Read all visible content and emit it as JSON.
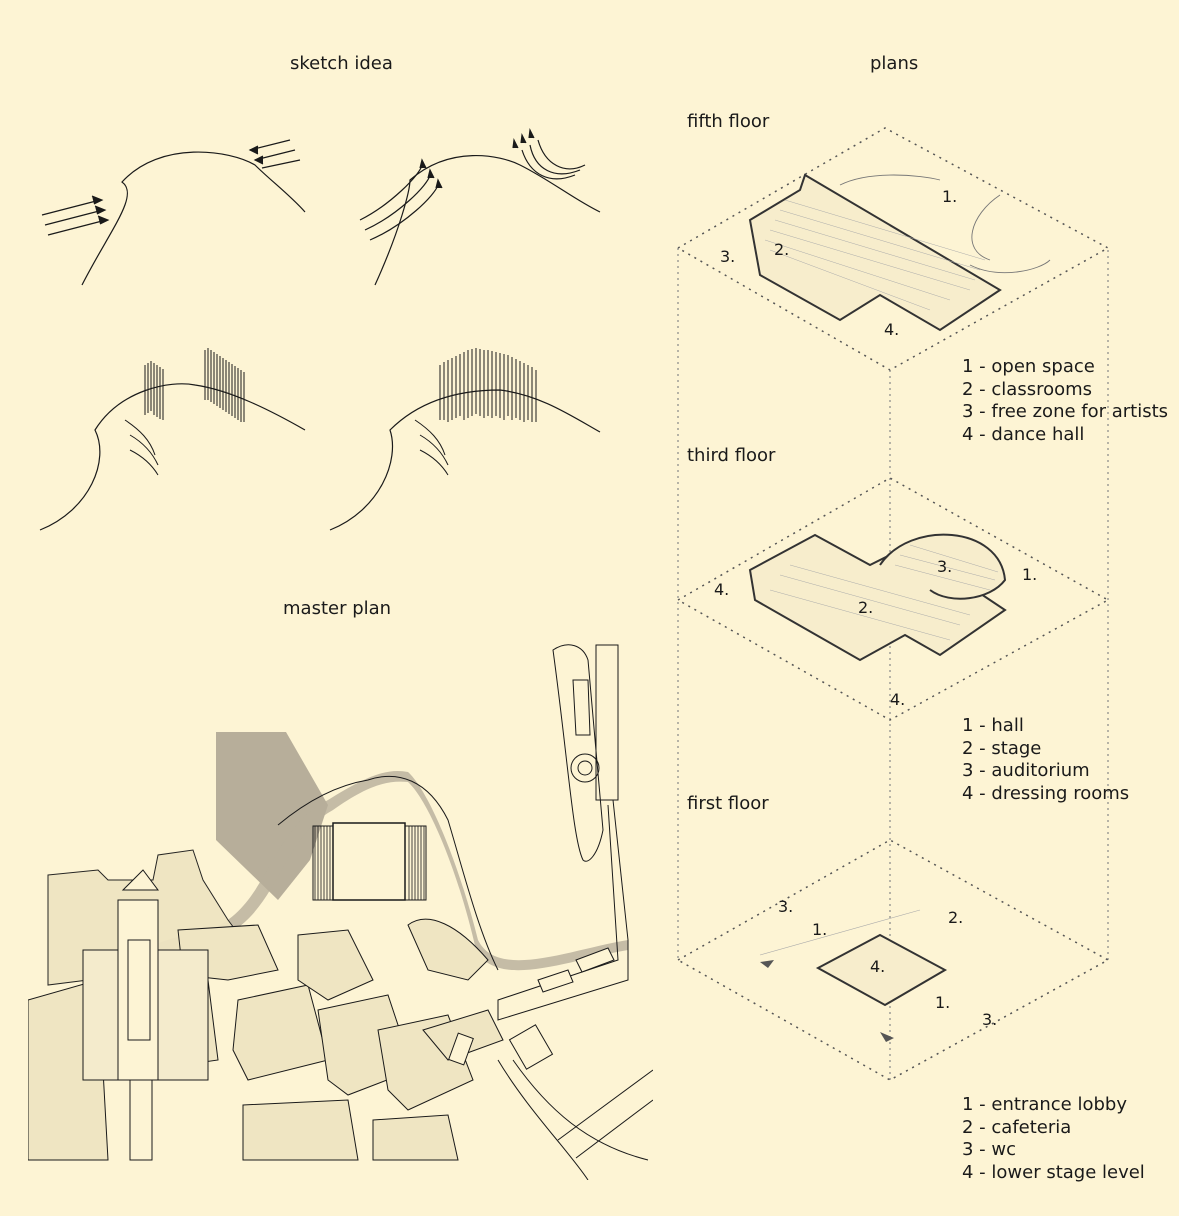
{
  "sections": {
    "sketch": "sketch idea",
    "plans": "plans",
    "master": "master plan"
  },
  "floors": [
    {
      "title": "fifth floor",
      "markers": [
        "1.",
        "2.",
        "3.",
        "4."
      ],
      "legend": [
        "1 - open space",
        "2 - classrooms",
        "3 - free zone for artists",
        "4 - dance hall"
      ]
    },
    {
      "title": "third floor",
      "markers": [
        "1.",
        "2.",
        "3.",
        "4.",
        "4."
      ],
      "legend": [
        "1 - hall",
        "2 - stage",
        "3 - auditorium",
        "4 - dressing rooms"
      ]
    },
    {
      "title": "first floor",
      "markers": [
        "1.",
        "1.",
        "2.",
        "3.",
        "3.",
        "4."
      ],
      "legend": [
        "1 - entrance lobby",
        "2 - cafeteria",
        "3 - wc",
        "4 - lower stage level"
      ]
    }
  ],
  "colors": {
    "background": "#fdf4d4",
    "line": "#1a1a1a",
    "shadow": "#b7ae9a",
    "dots": "#555555"
  }
}
